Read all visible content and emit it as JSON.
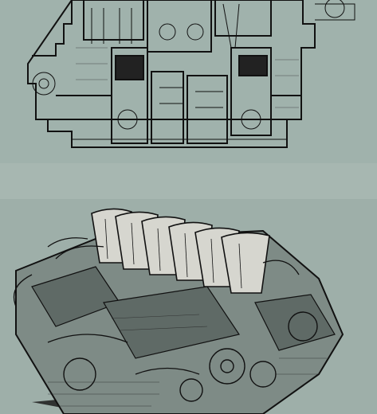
{
  "page": {
    "background": "#9fb0aa",
    "ink": "#111111"
  },
  "illustrations": [
    {
      "id": "engine-cross-section",
      "icon": "engine-section-drawing"
    },
    {
      "id": "engine-cutaway",
      "icon": "engine-cutaway-drawing"
    }
  ]
}
